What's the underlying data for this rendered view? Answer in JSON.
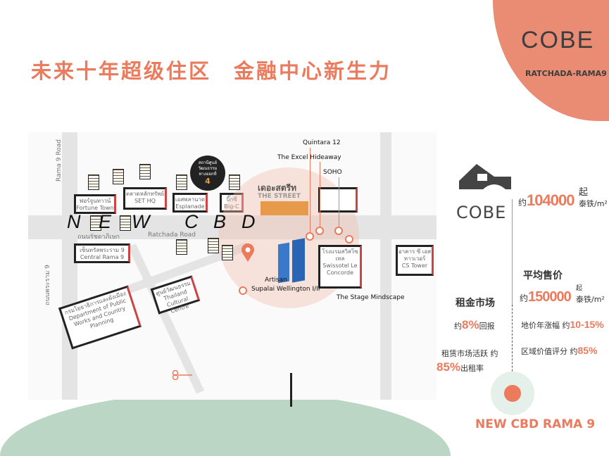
{
  "title": "未来十年超级住区　金融中心新生力",
  "brand": {
    "name": "COBE",
    "subtitle": "RATCHADA-RAMA9",
    "logo_text": "COBE"
  },
  "map": {
    "roads": {
      "rama9_road": "Rama 9 Road",
      "ratchada_road": "Ratchada Road",
      "rama9_thai": "ถนนพระราม 9",
      "ratchada_thai": "ถนนรัชดาภิเษก"
    },
    "landmarks": [
      {
        "thai": "ฟอร์จูนทาวน์",
        "en": "Fortune Town"
      },
      {
        "thai": "ตลาดหลักทรัพย์",
        "en": "SET HQ"
      },
      {
        "thai": "เอสพลานาด",
        "en": "Esplanade"
      },
      {
        "thai": "บิ๊กซี",
        "en": "Big-C"
      },
      {
        "thai": "เซ็นทรัลพระราม 9",
        "en": "Central Rama 9"
      },
      {
        "thai": "ศูนย์วัฒนธรรม",
        "en": "Thailand Cultural Centre"
      },
      {
        "thai": "กรมโยธาธิการและผังเมือง",
        "en": "Department of Public Works and Country Planning"
      },
      {
        "thai": "อาคาร ซี เอส ทาวเวอร์",
        "en": "CS Tower"
      },
      {
        "thai": "โรงแรมสวิสโซเทล",
        "en": "Swissotel Le Concorde"
      }
    ],
    "the_street": {
      "thai": "เดอะสตรีท",
      "en": "THE STREET"
    },
    "mrt_bubble": {
      "text": "สถานีศูนย์วัฒนธรรม ทางออกที่",
      "number": "4"
    },
    "new_cbd_letters": [
      "N",
      "E",
      "W",
      "C",
      "B",
      "D"
    ],
    "projects": [
      "Quintara 12",
      "The Excel Hideaway",
      "SOHO",
      "The Stage Mindscape",
      "Artisan",
      "Supalai Wellington I/II"
    ]
  },
  "pricing": {
    "prefix": "约",
    "start_price": "104000",
    "start_suffix_top": "起",
    "unit": "泰铁/m²"
  },
  "avg_price": {
    "heading": "平均售价",
    "prefix": "约",
    "price": "150000",
    "suffix_top": "起",
    "unit": "泰铁/m²",
    "land_label": "地价年涨幅 约",
    "land_value": "10-15%",
    "region_label": "区域价值评分 约",
    "region_value": "85%"
  },
  "rent": {
    "heading": "租金市场",
    "prefix": "约",
    "yield": "8%",
    "yield_suffix": "回报",
    "active_label": "租赁市场活跃 约",
    "occupancy": "85%",
    "occupancy_suffix": "出租率"
  },
  "footer": {
    "tag": "NEW CBD RAMA 9"
  },
  "colors": {
    "accent": "#ec7a5c",
    "green": "#bcd6c6",
    "dark": "#3d3d3d"
  }
}
